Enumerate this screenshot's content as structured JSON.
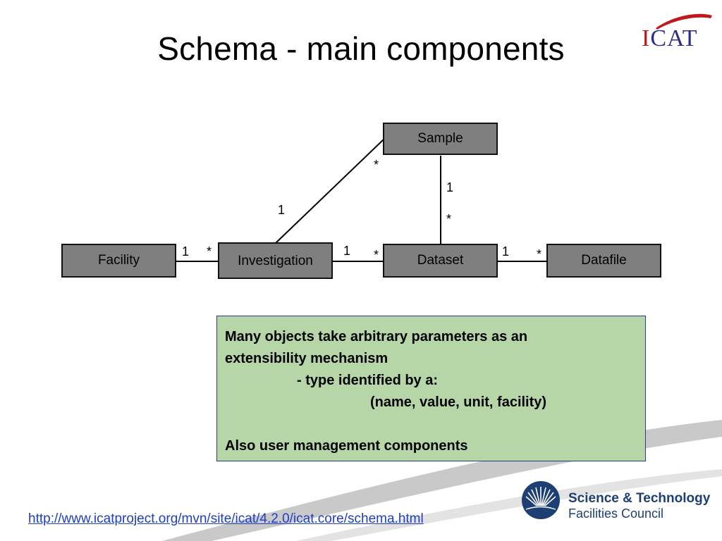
{
  "slide": {
    "title": "Schema - main components",
    "logo_text": {
      "i": "I",
      "rest": "CAT"
    },
    "colors": {
      "node_fill": "#7f7f7f",
      "note_fill": "#b6d6a8",
      "note_border": "#2a3a8c",
      "link": "#1f3fbf",
      "brand_blue": "#1d3f73",
      "icat_red": "#c01818"
    }
  },
  "diagram": {
    "nodes": {
      "sample": "Sample",
      "facility": "Facility",
      "investigation": "Investigation",
      "dataset": "Dataset",
      "datafile": "Datafile"
    },
    "multiplicities": {
      "facility_end": "1",
      "investigation_left_end": "*",
      "investigation_sample_end": "1",
      "sample_investigation_end": "*",
      "investigation_dataset_end": "1",
      "dataset_left_end": "*",
      "sample_dataset_end": "1",
      "dataset_top_end": "*",
      "dataset_right_end": "1",
      "datafile_end": "*"
    }
  },
  "note": {
    "lines": [
      "Many objects take arbitrary parameters as an",
      "extensibility mechanism",
      "- type identified by a:",
      "(name, value, unit, facility)",
      "",
      "Also user management components"
    ]
  },
  "footer": {
    "link_text": "http://www.icatproject.org/mvn/site/icat/4.2.0/icat.core/schema.html",
    "org_line1": "Science & Technology",
    "org_line2": "Facilities Council"
  }
}
